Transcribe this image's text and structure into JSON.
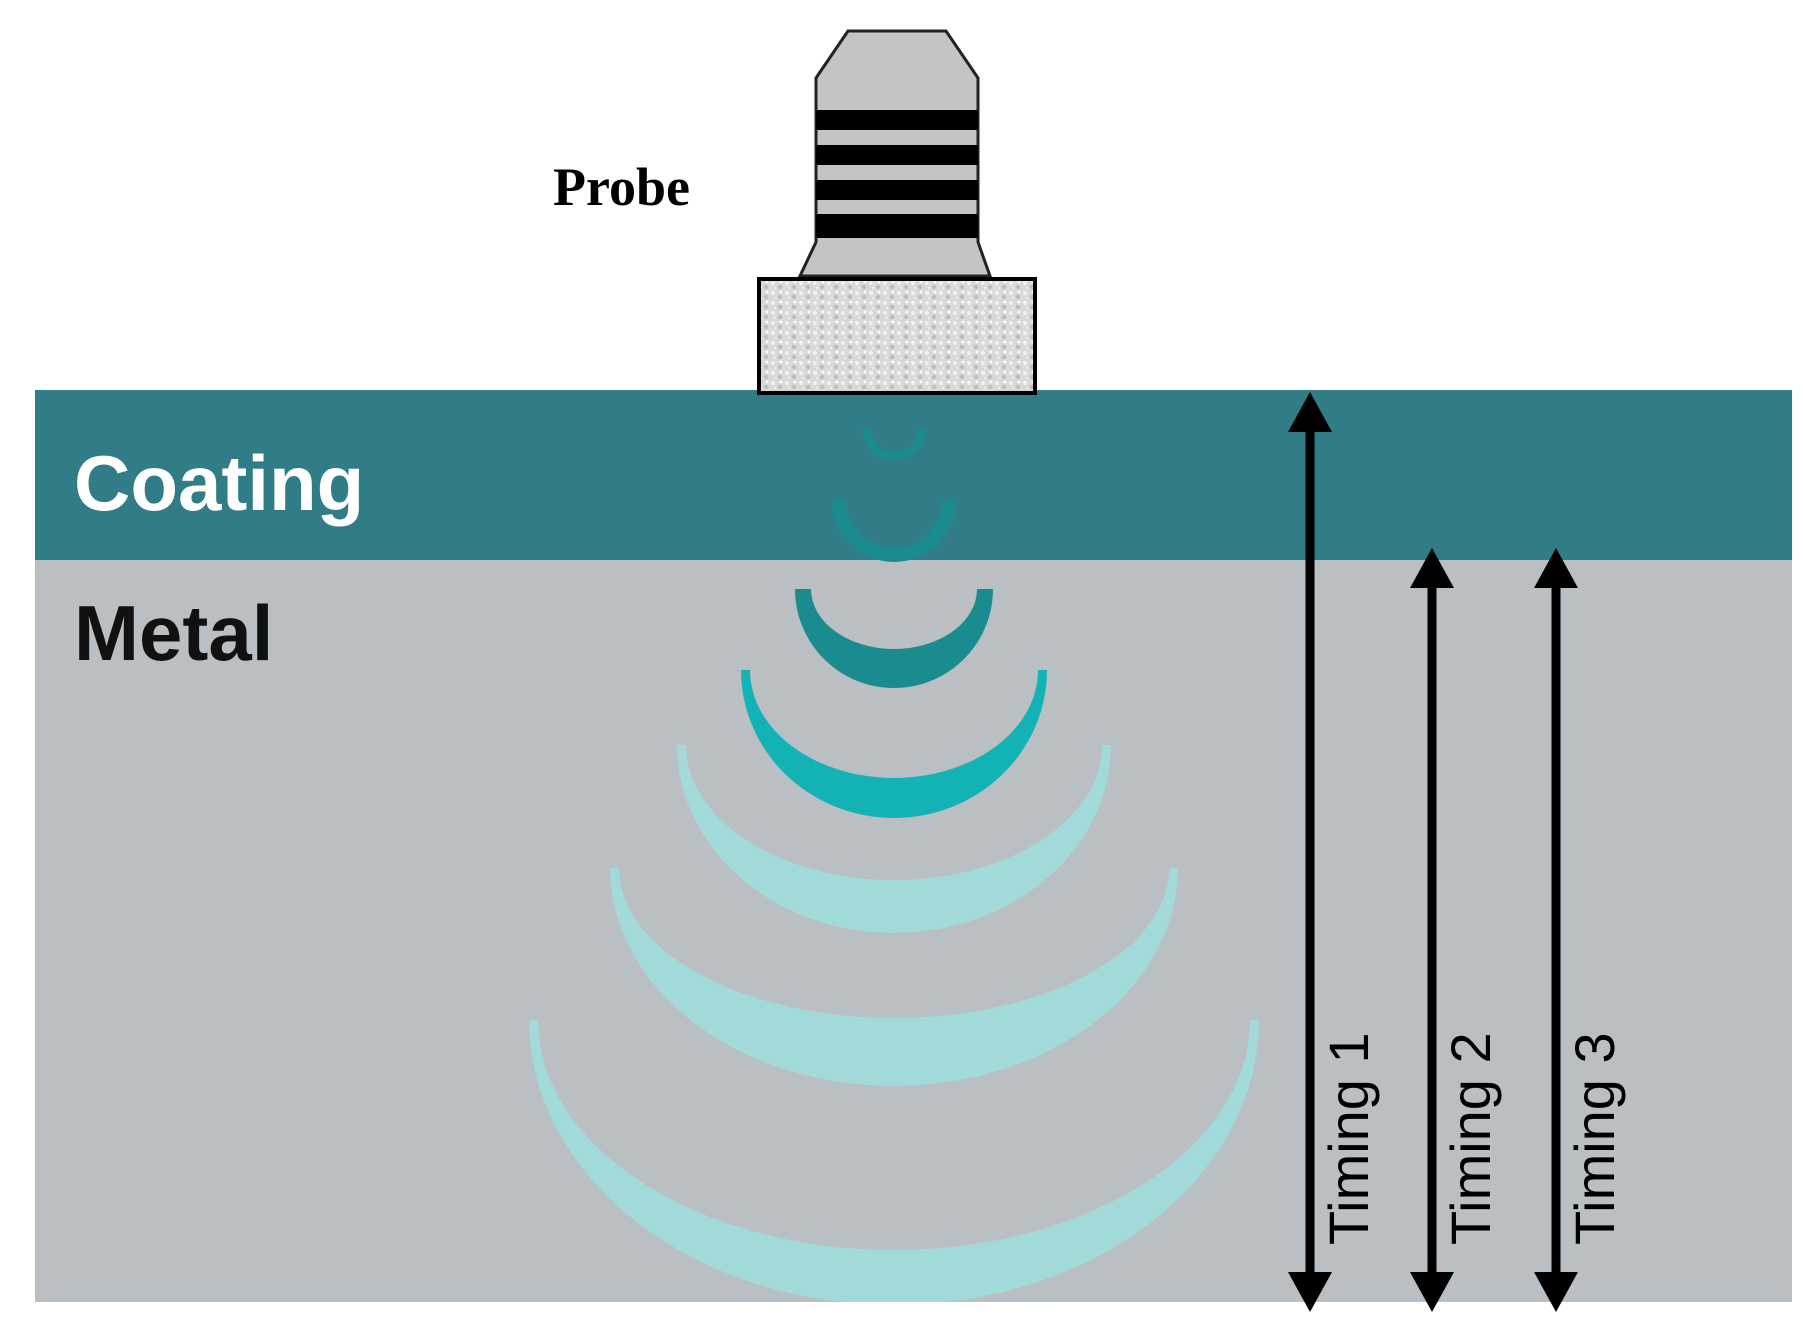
{
  "labels": {
    "probe": "Probe",
    "coating": "Coating",
    "metal": "Metal"
  },
  "timings": [
    {
      "label": "Timing 1"
    },
    {
      "label": "Timing 2"
    },
    {
      "label": "Timing 3"
    }
  ],
  "colors": {
    "coating": "#307d88",
    "metal": "#babfc3",
    "wave_dark": "#1a8c8f",
    "wave_mid": "#13b3b5",
    "wave_light": "#a2d9d9",
    "probe_body": "#c4c4c4",
    "probe_stripe": "#000000",
    "coating_text": "#ffffff",
    "metal_text": "#111111"
  }
}
